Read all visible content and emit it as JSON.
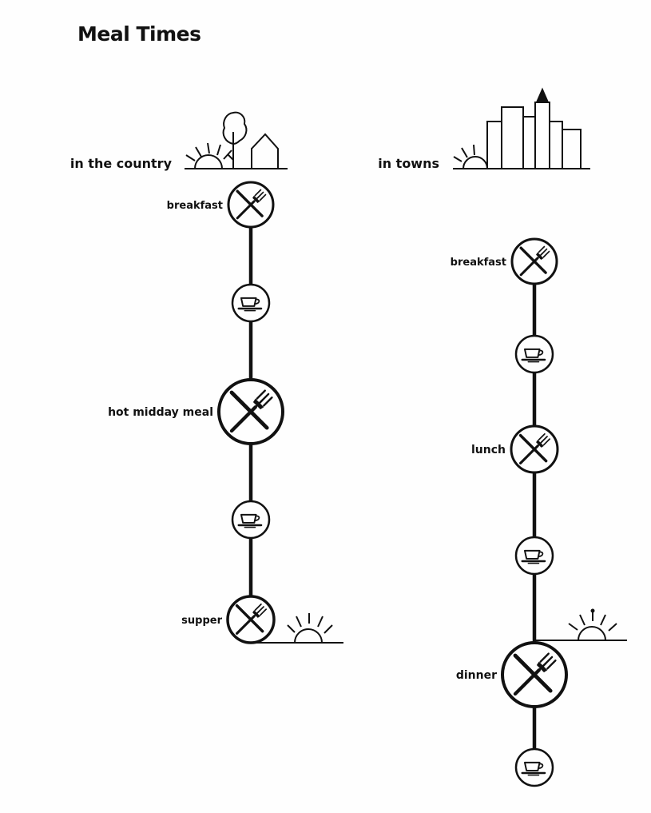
{
  "title": "Meal Times",
  "country": {
    "heading": "in the country",
    "meals": [
      {
        "label": "breakfast",
        "kind": "meal"
      },
      {
        "label": "",
        "kind": "tea"
      },
      {
        "label": "hot midday meal",
        "kind": "meal"
      },
      {
        "label": "",
        "kind": "tea"
      },
      {
        "label": "supper",
        "kind": "meal"
      }
    ]
  },
  "towns": {
    "heading": "in towns",
    "meals": [
      {
        "label": "breakfast",
        "kind": "meal"
      },
      {
        "label": "",
        "kind": "tea"
      },
      {
        "label": "lunch",
        "kind": "meal"
      },
      {
        "label": "",
        "kind": "tea"
      },
      {
        "label": "dinner",
        "kind": "meal"
      },
      {
        "label": "",
        "kind": "tea"
      }
    ]
  },
  "icons": {
    "meal": "fork-and-knife-icon",
    "tea": "teacup-icon",
    "sunrise": "sunrise-icon",
    "sunset": "sunset-icon"
  }
}
